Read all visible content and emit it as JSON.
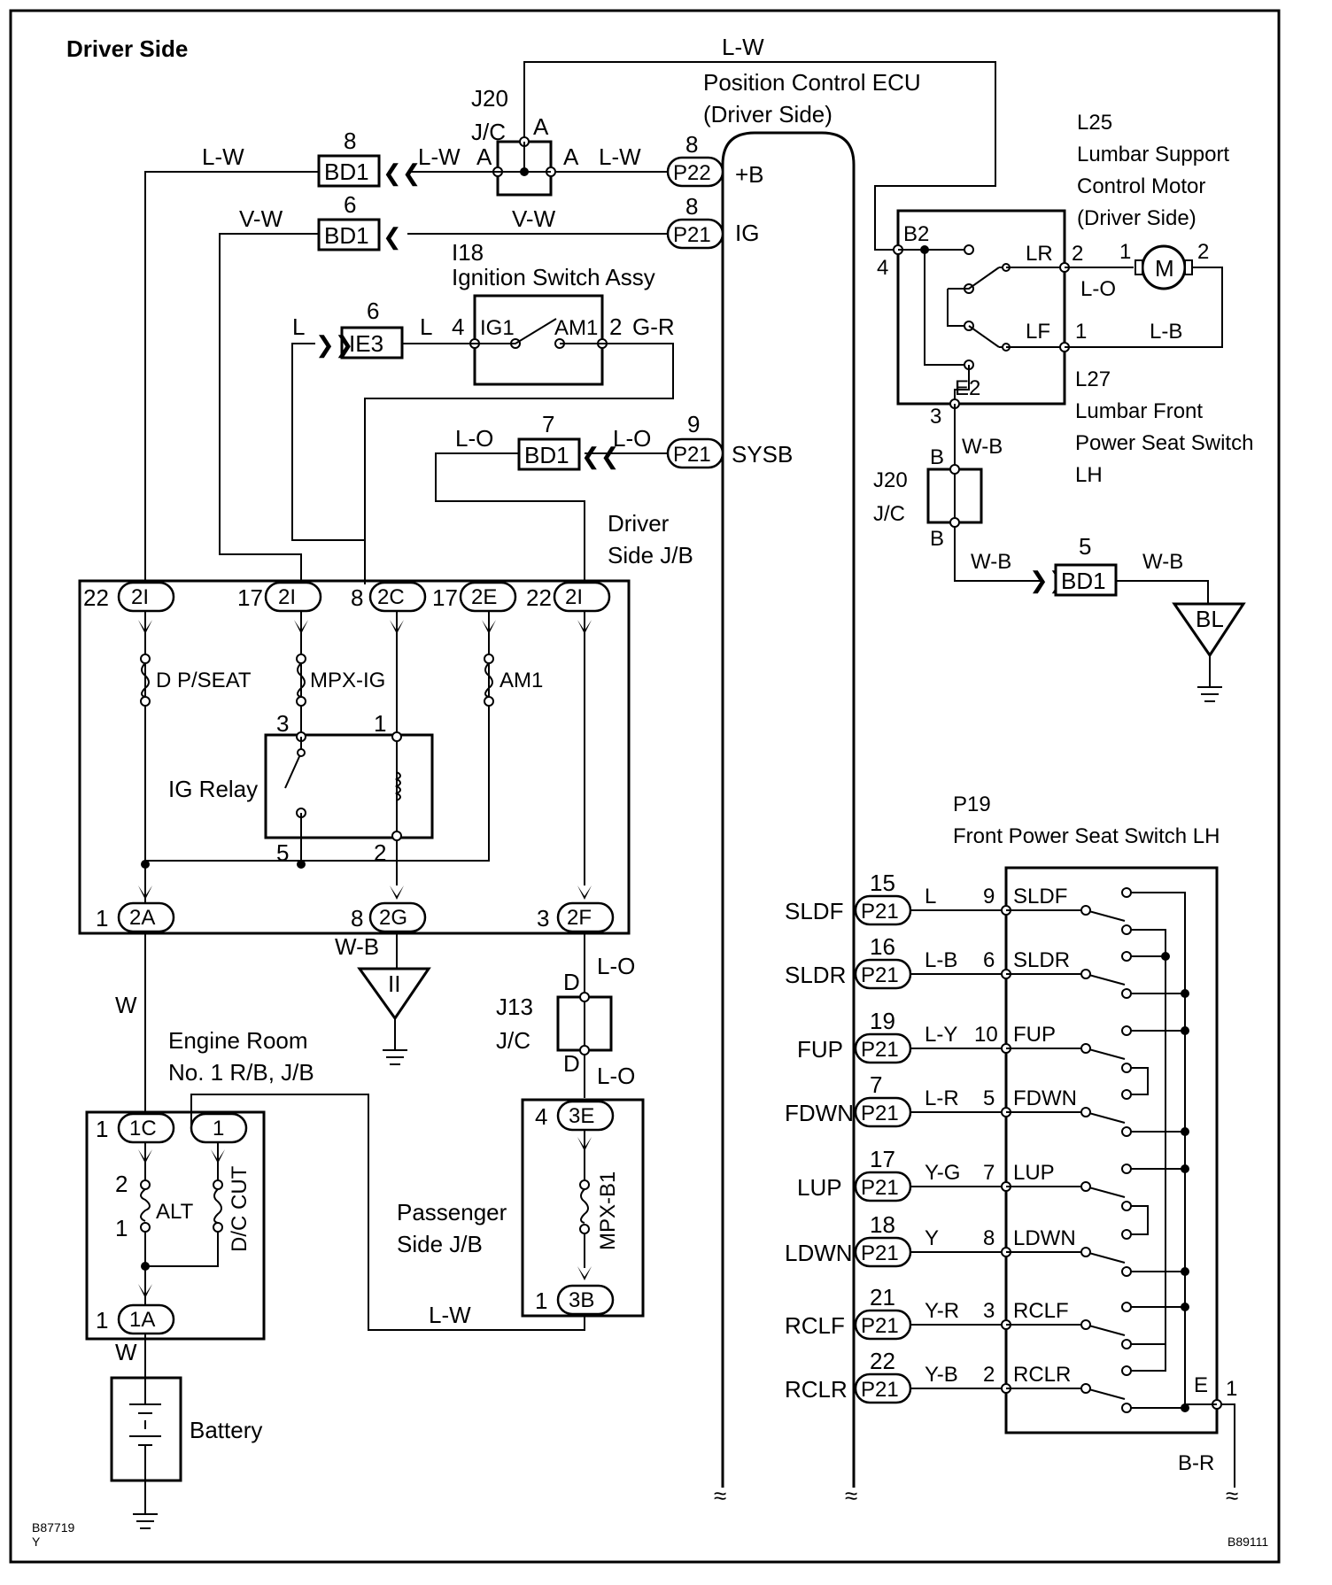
{
  "diagram": {
    "title": "Driver Side",
    "fig_id_left": "B87719",
    "fig_id_left2": "Y",
    "fig_id_right": "B89111",
    "ecu": {
      "name_line1": "Position Control ECU",
      "name_line2": "(Driver Side)",
      "pins": [
        {
          "conn": "P22",
          "num": "8",
          "signal": "+B"
        },
        {
          "conn": "P21",
          "num": "8",
          "signal": "IG"
        },
        {
          "conn": "P21",
          "num": "9",
          "signal": "SYSB"
        }
      ]
    },
    "jc_top": {
      "id": "J20",
      "type": "J/C",
      "pin_a": "A"
    },
    "ignition": {
      "id": "I18",
      "name": "Ignition Switch Assy",
      "pin4": "4",
      "pin2": "2",
      "ig1": "IG1",
      "am1": "AM1"
    },
    "ie3": {
      "num": "6",
      "label": "IE3"
    },
    "bd1": [
      {
        "num": "8",
        "label": "BD1"
      },
      {
        "num": "6",
        "label": "BD1"
      },
      {
        "num": "7",
        "label": "BD1"
      },
      {
        "num": "5",
        "label": "BD1"
      }
    ],
    "wires": {
      "lw": "L-W",
      "vw": "V-W",
      "l": "L",
      "gr": "G-R",
      "lo": "L-O",
      "w": "W",
      "wb": "W-B",
      "lb": "L-B",
      "ly": "L-Y",
      "lr": "L-R",
      "yg": "Y-G",
      "y": "Y",
      "yr": "Y-R",
      "yb": "Y-B",
      "br": "B-R"
    },
    "driver_jb": {
      "name_line1": "Driver",
      "name_line2": "Side J/B",
      "top_pins": [
        {
          "num": "22",
          "conn": "2I"
        },
        {
          "num": "17",
          "conn": "2I"
        },
        {
          "num": "8",
          "conn": "2C"
        },
        {
          "num": "17",
          "conn": "2E"
        },
        {
          "num": "22",
          "conn": "2I"
        }
      ],
      "fuses": [
        "D P/SEAT",
        "MPX-IG",
        "AM1"
      ],
      "relay": {
        "name": "IG Relay",
        "p3": "3",
        "p1": "1",
        "p5": "5",
        "p2": "2"
      },
      "bottom_pins": [
        {
          "num": "1",
          "conn": "2A"
        },
        {
          "num": "8",
          "conn": "2G"
        },
        {
          "num": "3",
          "conn": "2F"
        }
      ]
    },
    "ground_II": "II",
    "ground_BL": "BL",
    "j13": {
      "id": "J13",
      "type": "J/C",
      "pin": "D"
    },
    "engine_room": {
      "name_line1": "Engine  Room",
      "name_line2": "No. 1 R/B, J/B",
      "pin_1c_num": "1",
      "pin_1c": "1C",
      "pin_1": "1",
      "pin_1a_num": "1",
      "pin_1a": "1A",
      "alt": "ALT",
      "alt_p2": "2",
      "alt_p1": "1",
      "dc_cut": "D/C CUT"
    },
    "passenger_jb": {
      "name_line1": "Passenger",
      "name_line2": "Side J/B",
      "pin_top_num": "4",
      "pin_top": "3E",
      "fuse": "MPX-B1",
      "pin_bot_num": "1",
      "pin_bot": "3B"
    },
    "battery": "Battery",
    "lumbar_motor": {
      "id": "L25",
      "line1": "Lumbar Support",
      "line2": "Control Motor",
      "line3": "(Driver Side)",
      "p1": "1",
      "p2": "2",
      "m": "M"
    },
    "lumbar_switch": {
      "id": "L27",
      "line1": "Lumbar Front",
      "line2": "Power Seat Switch",
      "line3": "LH",
      "b2": "B2",
      "e2": "E2",
      "lr": "LR",
      "lf": "LF",
      "pin4": "4",
      "pin2": "2",
      "pin1": "1",
      "pin3": "3"
    },
    "jc_right": {
      "id": "J20",
      "type": "J/C",
      "pin": "B"
    },
    "seat_switch": {
      "id": "P19",
      "name": "Front Power Seat Switch LH",
      "e": "E",
      "e_pin": "1",
      "rows": [
        {
          "signal": "SLDF",
          "ecu_pin": "15",
          "conn": "P21",
          "wire": "L",
          "sw_pin": "9",
          "sw_label": "SLDF"
        },
        {
          "signal": "SLDR",
          "ecu_pin": "16",
          "conn": "P21",
          "wire": "L-B",
          "sw_pin": "6",
          "sw_label": "SLDR"
        },
        {
          "signal": "FUP",
          "ecu_pin": "19",
          "conn": "P21",
          "wire": "L-Y",
          "sw_pin": "10",
          "sw_label": "FUP"
        },
        {
          "signal": "FDWN",
          "ecu_pin": "7",
          "conn": "P21",
          "wire": "L-R",
          "sw_pin": "5",
          "sw_label": "FDWN"
        },
        {
          "signal": "LUP",
          "ecu_pin": "17",
          "conn": "P21",
          "wire": "Y-G",
          "sw_pin": "7",
          "sw_label": "LUP"
        },
        {
          "signal": "LDWN",
          "ecu_pin": "18",
          "conn": "P21",
          "wire": "Y",
          "sw_pin": "8",
          "sw_label": "LDWN"
        },
        {
          "signal": "RCLF",
          "ecu_pin": "21",
          "conn": "P21",
          "wire": "Y-R",
          "sw_pin": "3",
          "sw_label": "RCLF"
        },
        {
          "signal": "RCLR",
          "ecu_pin": "22",
          "conn": "P21",
          "wire": "Y-B",
          "sw_pin": "2",
          "sw_label": "RCLR"
        }
      ]
    }
  }
}
